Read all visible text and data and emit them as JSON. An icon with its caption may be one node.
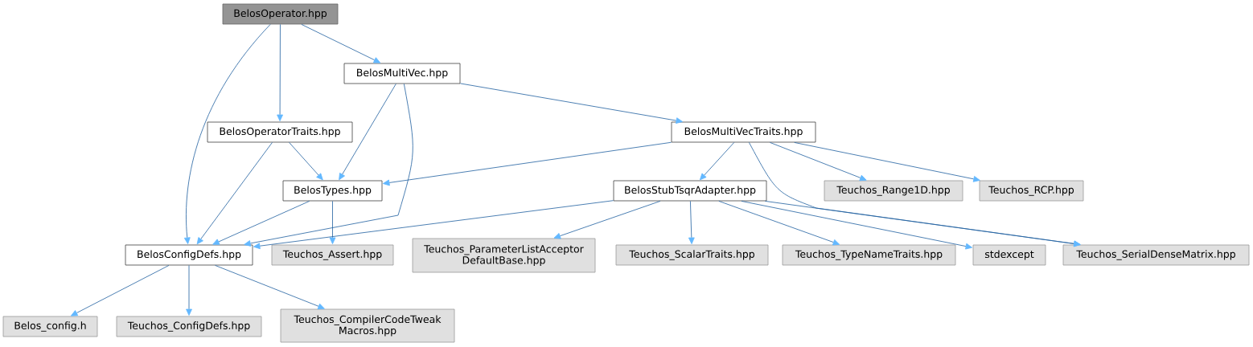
{
  "diagram": {
    "nodes": [
      {
        "text": [
          "BelosOperator.hpp"
        ]
      },
      {
        "text": [
          "BelosMultiVec.hpp"
        ]
      },
      {
        "text": [
          "BelosOperatorTraits.hpp"
        ]
      },
      {
        "text": [
          "BelosMultiVecTraits.hpp"
        ]
      },
      {
        "text": [
          "BelosTypes.hpp"
        ]
      },
      {
        "text": [
          "BelosStubTsqrAdapter.hpp"
        ]
      },
      {
        "text": [
          "Teuchos_Range1D.hpp"
        ]
      },
      {
        "text": [
          "Teuchos_RCP.hpp"
        ]
      },
      {
        "text": [
          "BelosConfigDefs.hpp"
        ]
      },
      {
        "text": [
          "Teuchos_Assert.hpp"
        ]
      },
      {
        "text": [
          "Teuchos_ParameterListAcceptor DefaultBase.hpp"
        ]
      },
      {
        "text": [
          "Teuchos_ScalarTraits.hpp"
        ]
      },
      {
        "text": [
          "Teuchos_TypeNameTraits.hpp"
        ]
      },
      {
        "text": [
          "stdexcept"
        ]
      },
      {
        "text": [
          "Teuchos_SerialDenseMatrix.hpp"
        ]
      },
      {
        "text": [
          "Belos_config.h"
        ]
      },
      {
        "text": [
          "Teuchos_ConfigDefs.hpp"
        ]
      },
      {
        "text": [
          "Teuchos_CompilerCodeTweak Macros.hpp"
        ]
      }
    ],
    "edges": [
      {
        "from": 0,
        "to": 8,
        "arrow": "to"
      },
      {
        "from": 0,
        "to": 2,
        "arrow": "to"
      },
      {
        "from": 0,
        "to": 1,
        "arrow": "to"
      },
      {
        "from": 1,
        "to": 4,
        "arrow": "to"
      },
      {
        "from": 1,
        "to": 8,
        "arrow": "to"
      },
      {
        "from": 1,
        "to": 3,
        "arrow": "to"
      },
      {
        "from": 2,
        "to": 8,
        "arrow": "to"
      },
      {
        "from": 2,
        "to": 4,
        "arrow": "to"
      },
      {
        "from": 3,
        "to": 4,
        "arrow": "to"
      },
      {
        "from": 3,
        "to": 5,
        "arrow": "to"
      },
      {
        "from": 3,
        "to": 6,
        "arrow": "to"
      },
      {
        "from": 3,
        "to": 7,
        "arrow": "to"
      },
      {
        "from": 3,
        "to": 14,
        "arrow": "to"
      },
      {
        "from": 4,
        "to": 8,
        "arrow": "to"
      },
      {
        "from": 4,
        "to": 9,
        "arrow": "to"
      },
      {
        "from": 5,
        "to": 8,
        "arrow": "to"
      },
      {
        "from": 5,
        "to": 10,
        "arrow": "to"
      },
      {
        "from": 5,
        "to": 11,
        "arrow": "to"
      },
      {
        "from": 5,
        "to": 12,
        "arrow": "to"
      },
      {
        "from": 5,
        "to": 13,
        "arrow": "to"
      },
      {
        "from": 5,
        "to": 14,
        "arrow": "to"
      },
      {
        "from": 8,
        "to": 15,
        "arrow": "to"
      },
      {
        "from": 8,
        "to": 16,
        "arrow": "to"
      },
      {
        "from": 8,
        "to": 17,
        "arrow": "to"
      }
    ]
  }
}
